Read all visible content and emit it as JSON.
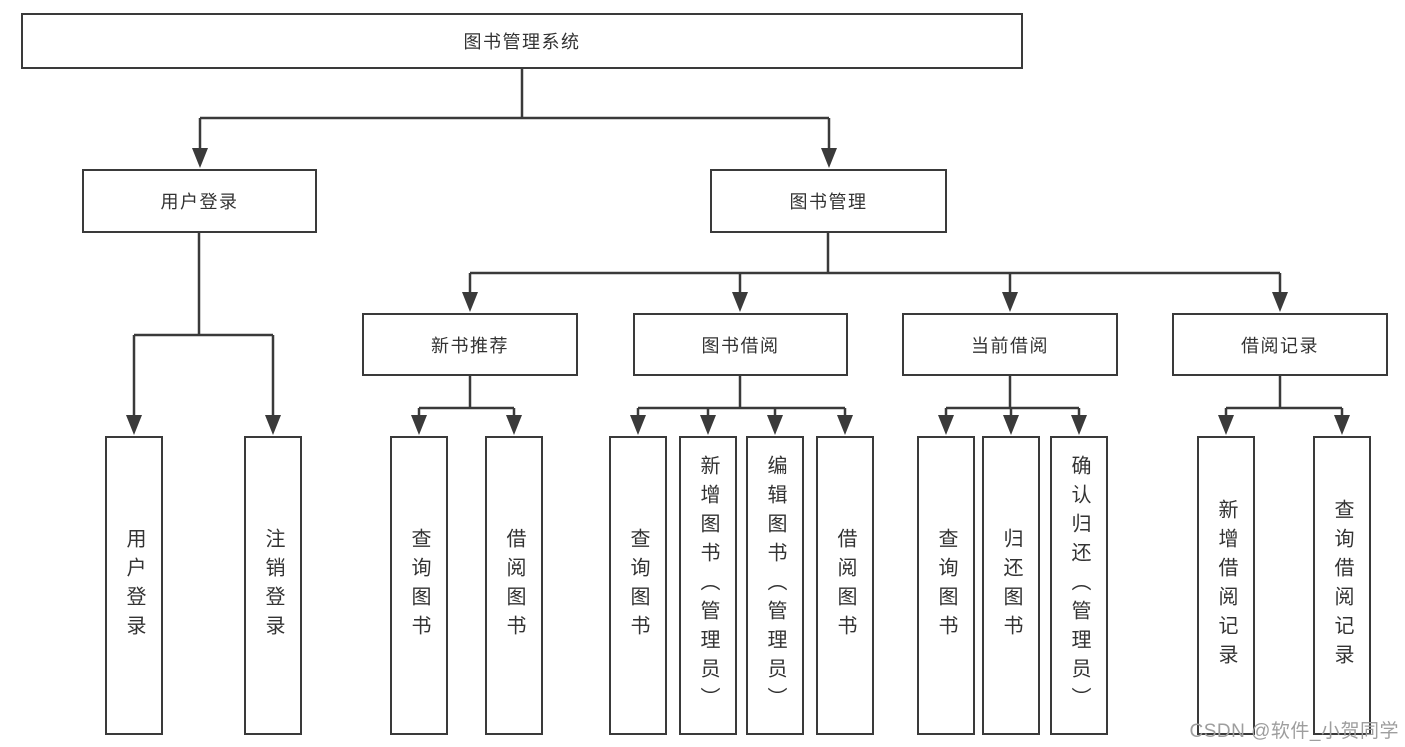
{
  "tree": {
    "root": {
      "label": "图书管理系统"
    },
    "branches": [
      {
        "label": "用户登录",
        "children": [
          {
            "label": "用户登录"
          },
          {
            "label": "注销登录"
          }
        ]
      },
      {
        "label": "图书管理",
        "children": [
          {
            "label": "新书推荐",
            "children": [
              {
                "label": "查询图书"
              },
              {
                "label": "借阅图书"
              }
            ]
          },
          {
            "label": "图书借阅",
            "children": [
              {
                "label": "查询图书"
              },
              {
                "label": "新增图书（管理员）"
              },
              {
                "label": "编辑图书（管理员）"
              },
              {
                "label": "借阅图书"
              }
            ]
          },
          {
            "label": "当前借阅",
            "children": [
              {
                "label": "查询图书"
              },
              {
                "label": "归还图书"
              },
              {
                "label": "确认归还（管理员）"
              }
            ]
          },
          {
            "label": "借阅记录",
            "children": [
              {
                "label": "新增借阅记录"
              },
              {
                "label": "查询借阅记录"
              }
            ]
          }
        ]
      }
    ]
  },
  "watermark": {
    "text": "CSDN @软件_小贺同学"
  },
  "colors": {
    "line": "#3a3a3a",
    "text": "#333333",
    "box_fill": "#ffffff",
    "background": "#ffffff",
    "watermark": "#9e9e9e"
  }
}
